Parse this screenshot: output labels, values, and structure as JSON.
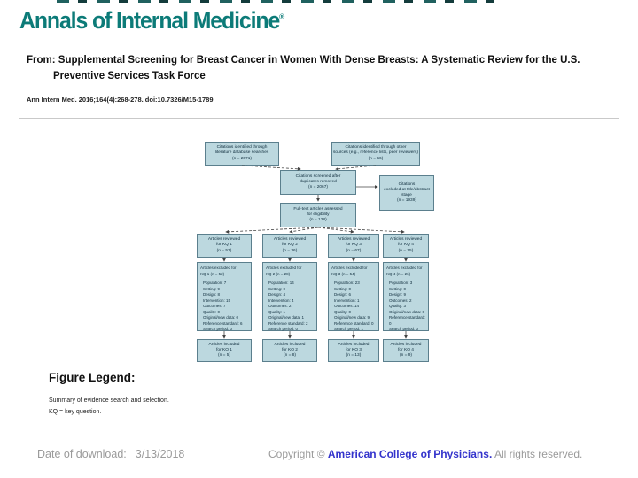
{
  "header": {
    "brand": "Annals of Internal Medicine",
    "registered_mark": "®",
    "title": "From: Supplemental Screening for Breast Cancer in Women With Dense Breasts: A Systematic Review for the U.S. Preventive Services Task Force",
    "citation": "Ann Intern Med. 2016;164(4):268-278. doi:10.7326/M15-1789"
  },
  "flowchart": {
    "db_search": "Citations identified through\nliterature database searches\n(n = 2071)",
    "other_sources": "Citations identified through other\nsources (e.g., reference lists, peer reviewers)\n(n = 56)",
    "screened": "Citations screened after\nduplicates removed\n(n = 2067)",
    "title_abstract_excluded": "Citations\nexcluded at title/abstract\nstage\n(n = 1939)",
    "full_text": "Full-text articles assessed\nfor eligibility\n(n = 128)",
    "reviewed": [
      "Articles reviewed\nfor KQ 1\n(n = 57)",
      "Articles reviewed\nfor KQ 2\n(n = 36)",
      "Articles reviewed\nfor KQ 3\n(n = 67)",
      "Articles reviewed\nfor KQ 4\n(n = 35)"
    ],
    "excluded": [
      {
        "header": "Articles excluded for\nKQ 1 (n = 52)",
        "reasons": [
          "Population: 7",
          "Setting: 9",
          "Design: 8",
          "Intervention: 15",
          "Outcomes: 7",
          "Quality: 0",
          "Original/new data: 0",
          "Reference standard: 6",
          "Search period: 0"
        ]
      },
      {
        "header": "Articles excluded for\nKQ 2 (n = 28)",
        "reasons": [
          "Population: 14",
          "Setting: 0",
          "Design: 4",
          "Intervention: 4",
          "Outcomes: 2",
          "Quality: 1",
          "Original/new data: 1",
          "Reference standard: 2",
          "Search period: 0"
        ]
      },
      {
        "header": "Articles excluded for\nKQ 3 (n = 54)",
        "reasons": [
          "Population: 23",
          "Setting: 0",
          "Design: 6",
          "Intervention: 1",
          "Outcomes: 14",
          "Quality: 0",
          "Original/new data: 9",
          "Reference standard: 0",
          "Search period: 1"
        ]
      },
      {
        "header": "Articles excluded for\nKQ 4 (n = 26)",
        "reasons": [
          "Population: 3",
          "Setting: 0",
          "Design: 9",
          "Outcomes: 2",
          "Quality: 3",
          "Original/new data: 0",
          "Reference standard: 0",
          "Search period: 0"
        ]
      }
    ],
    "included": [
      "Articles included\nfor KQ 1\n(n = 5)",
      "Articles included\nfor KQ 2\n(n = 8)",
      "Articles included\nfor KQ 3\n(n = 13)",
      "Articles included\nfor KQ 4\n(n = 9)"
    ]
  },
  "legend": {
    "heading": "Figure Legend:",
    "lines": [
      "Summary of evidence search and selection.",
      "KQ = key question."
    ]
  },
  "footer": {
    "date_label": "Date of download:",
    "date_value": "3/13/2018",
    "copyright_prefix": "Copyright © ",
    "link_text": "American College of Physicians.",
    "copyright_suffix": " All rights reserved."
  },
  "colors": {
    "brand_teal": "#0c7b78",
    "box_fill": "#bcd8df",
    "box_border": "#5b7f8d",
    "link_blue": "#3333cc"
  }
}
